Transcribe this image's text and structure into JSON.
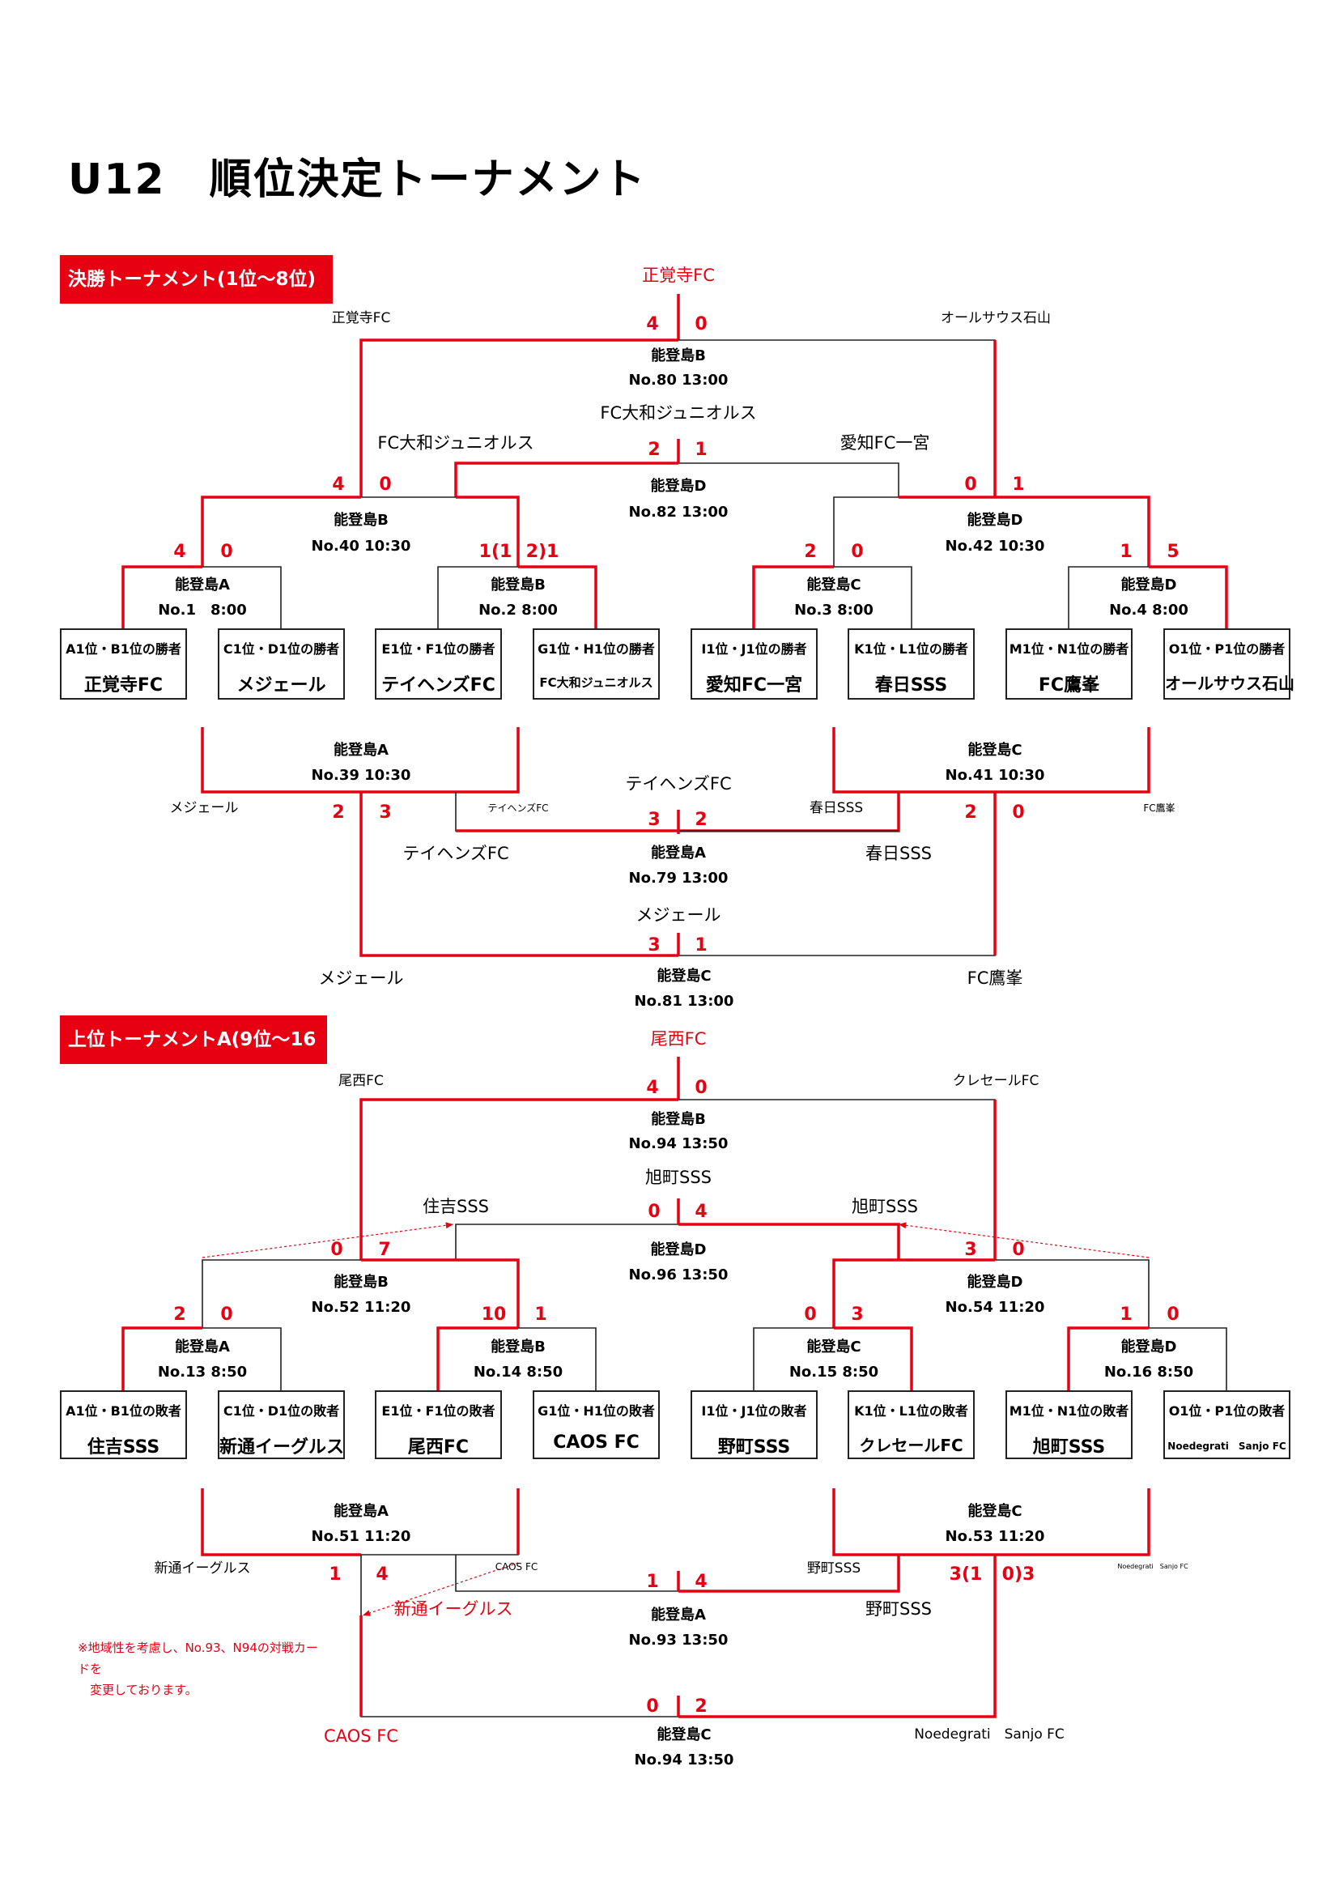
{
  "title": "U12　順位決定トーナメント",
  "section1": {
    "banner": "決勝トーナメント(1位〜8位)",
    "winner": "正覚寺FC",
    "final": {
      "left_name": "正覚寺FC",
      "right_name": "オールサウス石山",
      "score_left": "4",
      "score_right": "0",
      "venue": "能登島B",
      "match": "No.80 13:00"
    },
    "semi_right": {
      "winner": "FC大和ジュニオルス",
      "left_name": "FC大和ジュニオルス",
      "right_name": "愛知FC一宮",
      "score_left": "2",
      "score_right": "1",
      "venue": "能登島D",
      "match": "No.82 13:00"
    },
    "qf_left": {
      "score_left": "4",
      "score_right": "0",
      "venue": "能登島B",
      "match": "No.40 10:30"
    },
    "qf_right": {
      "score_left": "0",
      "score_right": "1",
      "venue": "能登島D",
      "match": "No.42 10:30"
    },
    "r1": [
      {
        "score_left": "4",
        "score_right": "0",
        "venue": "能登島A",
        "match": "No.1　8:00"
      },
      {
        "score_left": "1(1",
        "score_right": "2)1",
        "venue": "能登島B",
        "match": "No.2 8:00"
      },
      {
        "score_left": "2",
        "score_right": "0",
        "venue": "能登島C",
        "match": "No.3 8:00"
      },
      {
        "score_left": "1",
        "score_right": "5",
        "venue": "能登島D",
        "match": "No.4 8:00"
      }
    ],
    "boxes": [
      {
        "cap": "A1位・B1位の勝者",
        "team": "正覚寺FC"
      },
      {
        "cap": "C1位・D1位の勝者",
        "team": "メジェール"
      },
      {
        "cap": "E1位・F1位の勝者",
        "team": "テイヘンズFC"
      },
      {
        "cap": "G1位・H1位の勝者",
        "team": "FC大和ジュニオルス"
      },
      {
        "cap": "I1位・J1位の勝者",
        "team": "愛知FC一宮"
      },
      {
        "cap": "K1位・L1位の勝者",
        "team": "春日SSS"
      },
      {
        "cap": "M1位・N1位の勝者",
        "team": "FC鷹峯"
      },
      {
        "cap": "O1位・P1位の勝者",
        "team": "オールサウス石山"
      }
    ],
    "lower": {
      "left": {
        "venue": "能登島A",
        "match": "No.39 10:30",
        "left_name": "メジェール",
        "right_name": "テイヘンズFC",
        "score_left": "2",
        "score_right": "3"
      },
      "right": {
        "venue": "能登島C",
        "match": "No.41 10:30",
        "left_name": "春日SSS",
        "right_name": "FC鷹峯",
        "score_left": "2",
        "score_right": "0"
      },
      "third": {
        "winner": "テイヘンズFC",
        "left_name": "テイヘンズFC",
        "right_name": "春日SSS",
        "score_left": "3",
        "score_right": "2",
        "venue": "能登島A",
        "match": "No.79 13:00"
      },
      "fifth": {
        "winner": "メジェール",
        "left_name": "メジェール",
        "right_name": "FC鷹峯",
        "score_left": "3",
        "score_right": "1",
        "venue": "能登島C",
        "match": "No.81 13:00"
      }
    }
  },
  "section2": {
    "banner": "上位トーナメントA(9位〜16位)",
    "winner": "尾西FC",
    "final": {
      "left_name": "尾西FC",
      "right_name": "クレセールFC",
      "score_left": "4",
      "score_right": "0",
      "venue": "能登島B",
      "match": "No.94 13:50"
    },
    "mid": {
      "winner": "旭町SSS",
      "left_name": "住吉SSS",
      "right_name": "旭町SSS",
      "score_left": "0",
      "score_right": "4",
      "venue": "能登島D",
      "match": "No.96 13:50"
    },
    "qf_left": {
      "score_left": "0",
      "score_right": "7",
      "venue": "能登島B",
      "match": "No.52 11:20"
    },
    "qf_right": {
      "score_left": "3",
      "score_right": "0",
      "venue": "能登島D",
      "match": "No.54 11:20"
    },
    "r1": [
      {
        "score_left": "2",
        "score_right": "0",
        "venue": "能登島A",
        "match": "No.13 8:50"
      },
      {
        "score_left": "10",
        "score_right": "1",
        "venue": "能登島B",
        "match": "No.14 8:50"
      },
      {
        "score_left": "0",
        "score_right": "3",
        "venue": "能登島C",
        "match": "No.15 8:50"
      },
      {
        "score_left": "1",
        "score_right": "0",
        "venue": "能登島D",
        "match": "No.16 8:50"
      }
    ],
    "boxes": [
      {
        "cap": "A1位・B1位の敗者",
        "team": "住吉SSS"
      },
      {
        "cap": "C1位・D1位の敗者",
        "team": "新通イーグルス"
      },
      {
        "cap": "E1位・F1位の敗者",
        "team": "尾西FC"
      },
      {
        "cap": "G1位・H1位の敗者",
        "team": "CAOS FC"
      },
      {
        "cap": "I1位・J1位の敗者",
        "team": "野町SSS"
      },
      {
        "cap": "K1位・L1位の敗者",
        "team": "クレセールFC"
      },
      {
        "cap": "M1位・N1位の敗者",
        "team": "旭町SSS"
      },
      {
        "cap": "O1位・P1位の敗者",
        "team": "Noedegrati　Sanjo FC"
      }
    ],
    "lower": {
      "left": {
        "venue": "能登島A",
        "match": "No.51 11:20",
        "left_name": "新通イーグルス",
        "right_name": "CAOS FC",
        "score_left": "1",
        "score_right": "4"
      },
      "right": {
        "venue": "能登島C",
        "match": "No.53 11:20",
        "left_name": "野町SSS",
        "right_name": "Noedegrati　Sanjo FC",
        "score_left": "3(1",
        "score_right": "0)3"
      },
      "mid": {
        "winner": "新通イーグルス",
        "right_name": "野町SSS",
        "score_left": "1",
        "score_right": "4",
        "venue": "能登島A",
        "match": "No.93 13:50"
      },
      "bottom": {
        "left_name": "CAOS FC",
        "right_name": "Noedegrati　Sanjo FC",
        "score_left": "0",
        "score_right": "2",
        "venue": "能登島C",
        "match": "No.94 13:50"
      }
    },
    "note": [
      "※地域性を考慮し、No.93、N94の対戦カー",
      "ドを",
      "　変更しております。"
    ]
  }
}
